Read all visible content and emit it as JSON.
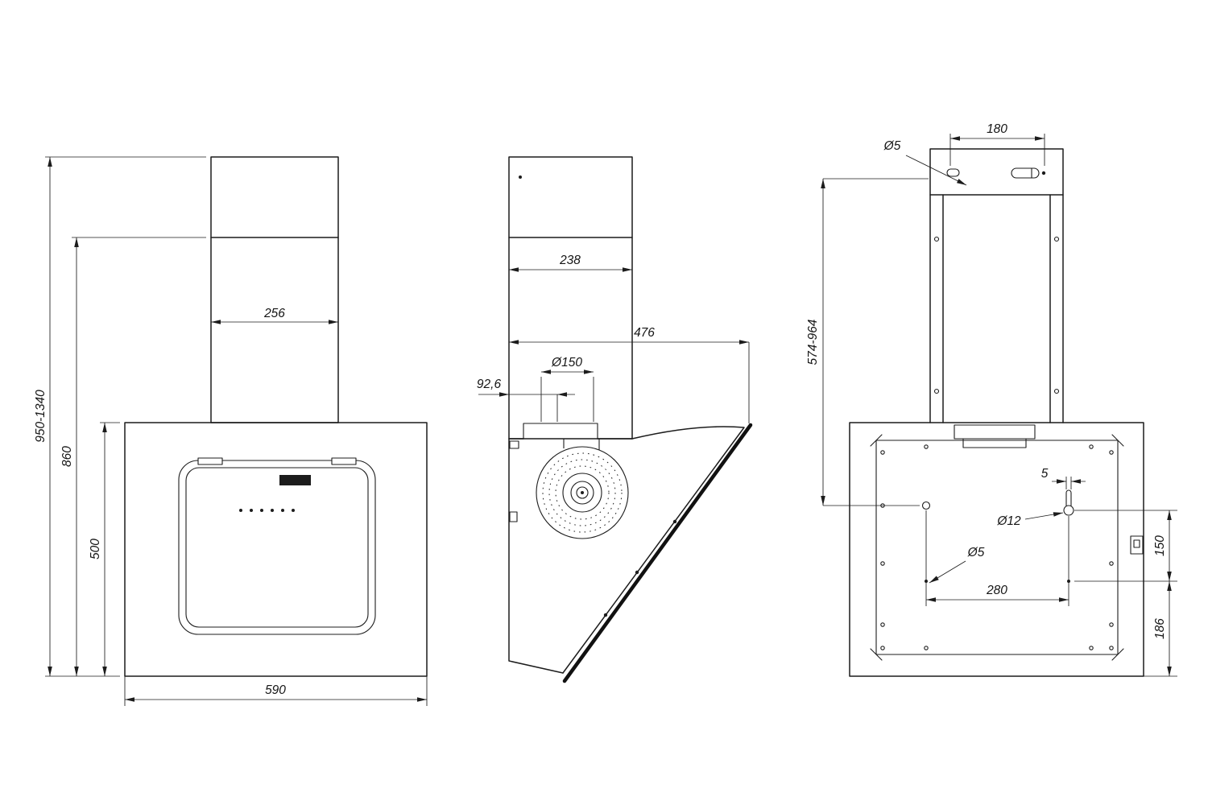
{
  "drawing": {
    "type": "technical-dimension-drawing",
    "subject": "wall-mounted cooker hood, three orthographic views",
    "line_color": "#1c1c1c",
    "background_color": "#ffffff",
    "front": {
      "chimney_width": "256",
      "overall_height_range": "950-1340",
      "chimney_bottom_height": "860",
      "body_height": "500",
      "body_width": "590"
    },
    "side": {
      "chimney_depth": "238",
      "overall_depth": "476",
      "duct_diameter": "Ø150",
      "duct_offset": "92,6"
    },
    "rear": {
      "bracket_slot_spacing": "180",
      "bracket_hole_diameter": "Ø5",
      "mounting_height_range": "574-964",
      "keyhole_slot_width": "5",
      "keyhole_diameter": "Ø12",
      "hole_diameter": "Ø5",
      "hole_vertical_spacing": "150",
      "hole_bottom_offset": "186",
      "hole_horizontal_spacing": "280"
    }
  }
}
